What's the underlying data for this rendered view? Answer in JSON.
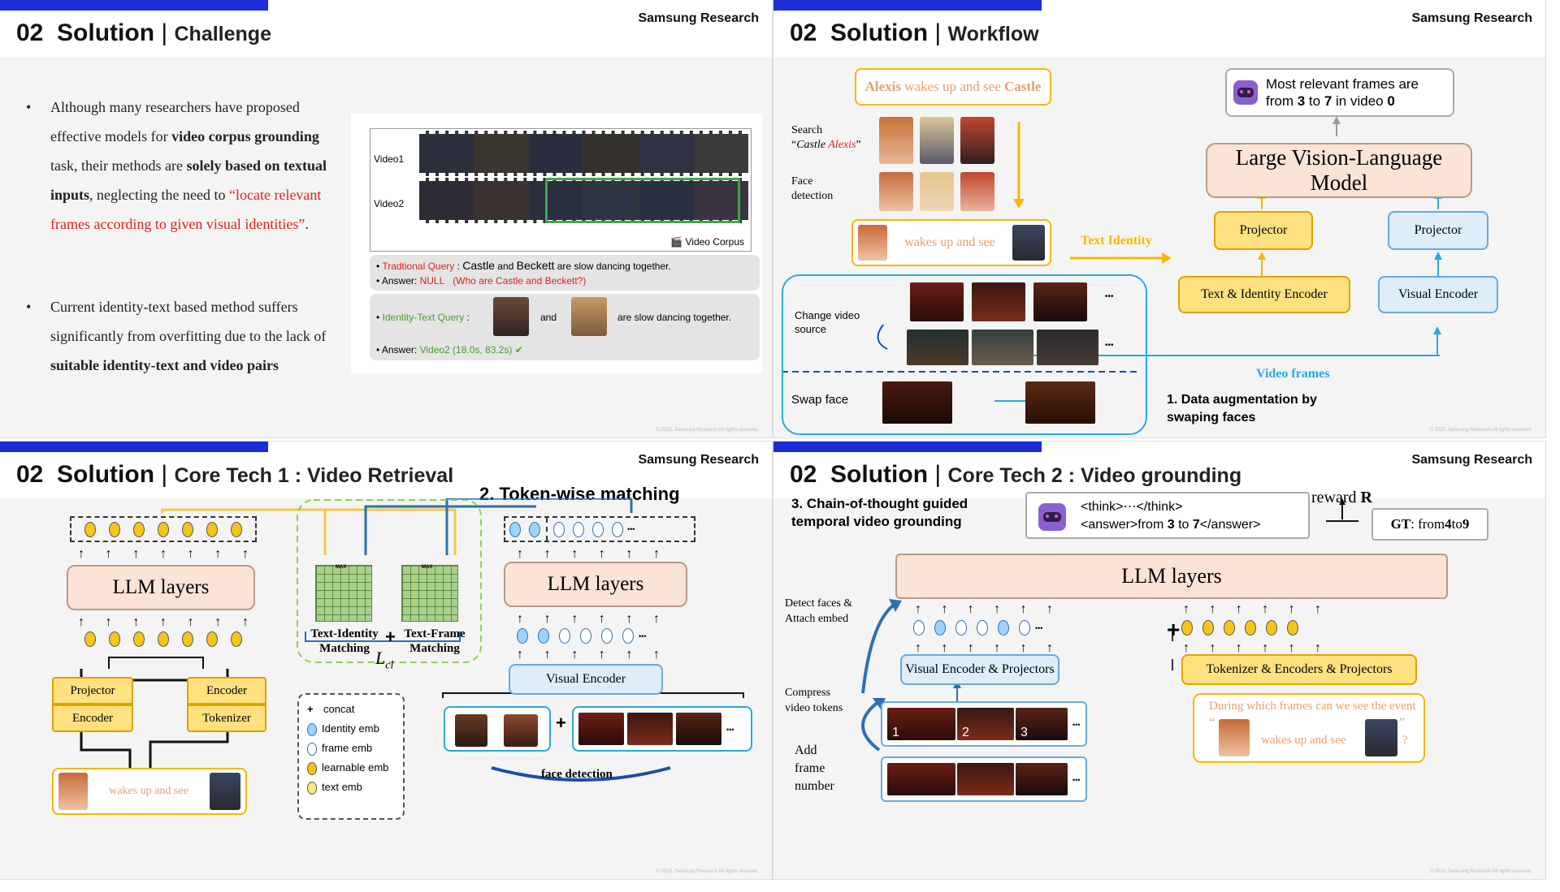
{
  "brand": "Samsung Research",
  "copyright": "© 2023. Samsung Research All rights reserved.",
  "accent_color": "#1b2dd4",
  "slide1": {
    "num": "02",
    "title": "Solution",
    "subtitle": "Challenge",
    "bullet1": {
      "t1": "Although many researchers have proposed effective models for ",
      "b1": "video corpus grounding",
      "t2": " task, their methods are ",
      "b2": "solely based on textual inputs",
      "t3": ", neglecting the need to ",
      "r1": "“locate relevant frames according to given visual identities”",
      "t4": "."
    },
    "bullet2": {
      "t1": "Current identity-text based method suffers significantly from overfitting due to the lack of ",
      "b1": "suitable identity-text and video pairs"
    },
    "video1": "Video1",
    "video2": "Video2",
    "corpus": "Video Corpus",
    "q1_label": "Tradtional Query",
    "q1_colon": " : ",
    "q1_castle": "Castle",
    "q1_and": " and ",
    "q1_beckett": "Beckett",
    "q1_rest": " are slow dancing together.",
    "a1_label": "Answer: ",
    "a1_null": "NULL",
    "a1_note": "(Who are Castle and Beckett?)",
    "q2_label": "Identity-Text Query",
    "q2_colon": " : ",
    "q2_and": "and",
    "q2_rest": "are slow dancing together.",
    "a2_label": "Answer: ",
    "a2_value": "Video2 (18.0s, 83.2s)",
    "a2_check": "✔"
  },
  "slide2": {
    "num": "02",
    "title": "Solution",
    "subtitle": "Workflow",
    "query_pre": "Alexis",
    "query_mid": " wakes up and see ",
    "query_post": "Castle",
    "search_label": "Search",
    "search_q1": "“",
    "search_castle": "Castle",
    "search_alexis": " Alexis",
    "search_q2": "”",
    "face_detection": "Face detection",
    "wakes": "wakes up and see",
    "text_identity": "Text Identity",
    "change_source": "Change video source",
    "swap_face": "Swap face",
    "data_aug": "1. Data augmentation by swaping faces",
    "video_frames": "Video frames",
    "lvlm": "Large Vision-Language Model",
    "answer_pre": "Most relevant frames are from ",
    "answer_a": "3",
    "answer_to": " to ",
    "answer_b": "7",
    "answer_in": " in video ",
    "answer_c": "0",
    "projector": "Projector",
    "projector2": "Projector",
    "text_identity_encoder": "Text & Identity Encoder",
    "visual_encoder": "Visual Encoder",
    "ellipsis": "•••"
  },
  "slide3": {
    "num": "02",
    "title": "Solution",
    "subtitle": "Core Tech 1 : Video Retrieval",
    "token_wise": "2. Token-wise matching",
    "llm_left": "LLM layers",
    "llm_right": "LLM layers",
    "projector": "Projector",
    "encoder_l": "Encoder",
    "encoder_r": "Encoder",
    "tokenizer": "Tokenizer",
    "wakes": "wakes up and see",
    "ti_matching": "Text-Identity Matching",
    "tf_matching": "Text-Frame Matching",
    "plus": "+",
    "lcl": "L",
    "lcl_sub": "cl",
    "max": "MAX",
    "visual_encoder": "Visual Encoder",
    "face_detection": "face detection",
    "legend": [
      "concat",
      "Identity emb",
      "frame emb",
      "learnable emb",
      "text emb"
    ],
    "ellipsis": "•••"
  },
  "slide4": {
    "num": "02",
    "title": "Solution",
    "subtitle": "Core Tech 2 : Video grounding",
    "cot": "3. Chain-of-thought guided temporal video grounding",
    "think_line1": "<think>⋯</think>",
    "think_line2_pre": "<answer>from ",
    "think_a": "3",
    "think_to": " to ",
    "think_b": "7",
    "think_end": "</answer>",
    "reward": "reward ",
    "reward_r": "R",
    "gt_label": "GT",
    "gt_pre": ": from ",
    "gt_a": "4",
    "gt_to": " to ",
    "gt_b": "9",
    "llm": "LLM layers",
    "detect_faces": "Detect faces & Attach embed",
    "visual_encoder": "Visual Encoder & Projectors",
    "tokenizer": "Tokenizer & Encoders & Projectors",
    "compress": "Compress video tokens",
    "add_frame": "Add frame number",
    "question_pre": "During which frames can we see the event",
    "quote_open": "“",
    "wakes": "wakes up and see",
    "quote_close": "”",
    "qmark": "?",
    "frame_numbers": [
      "1",
      "2",
      "3"
    ],
    "plus": "+",
    "ellipsis": "•••"
  }
}
